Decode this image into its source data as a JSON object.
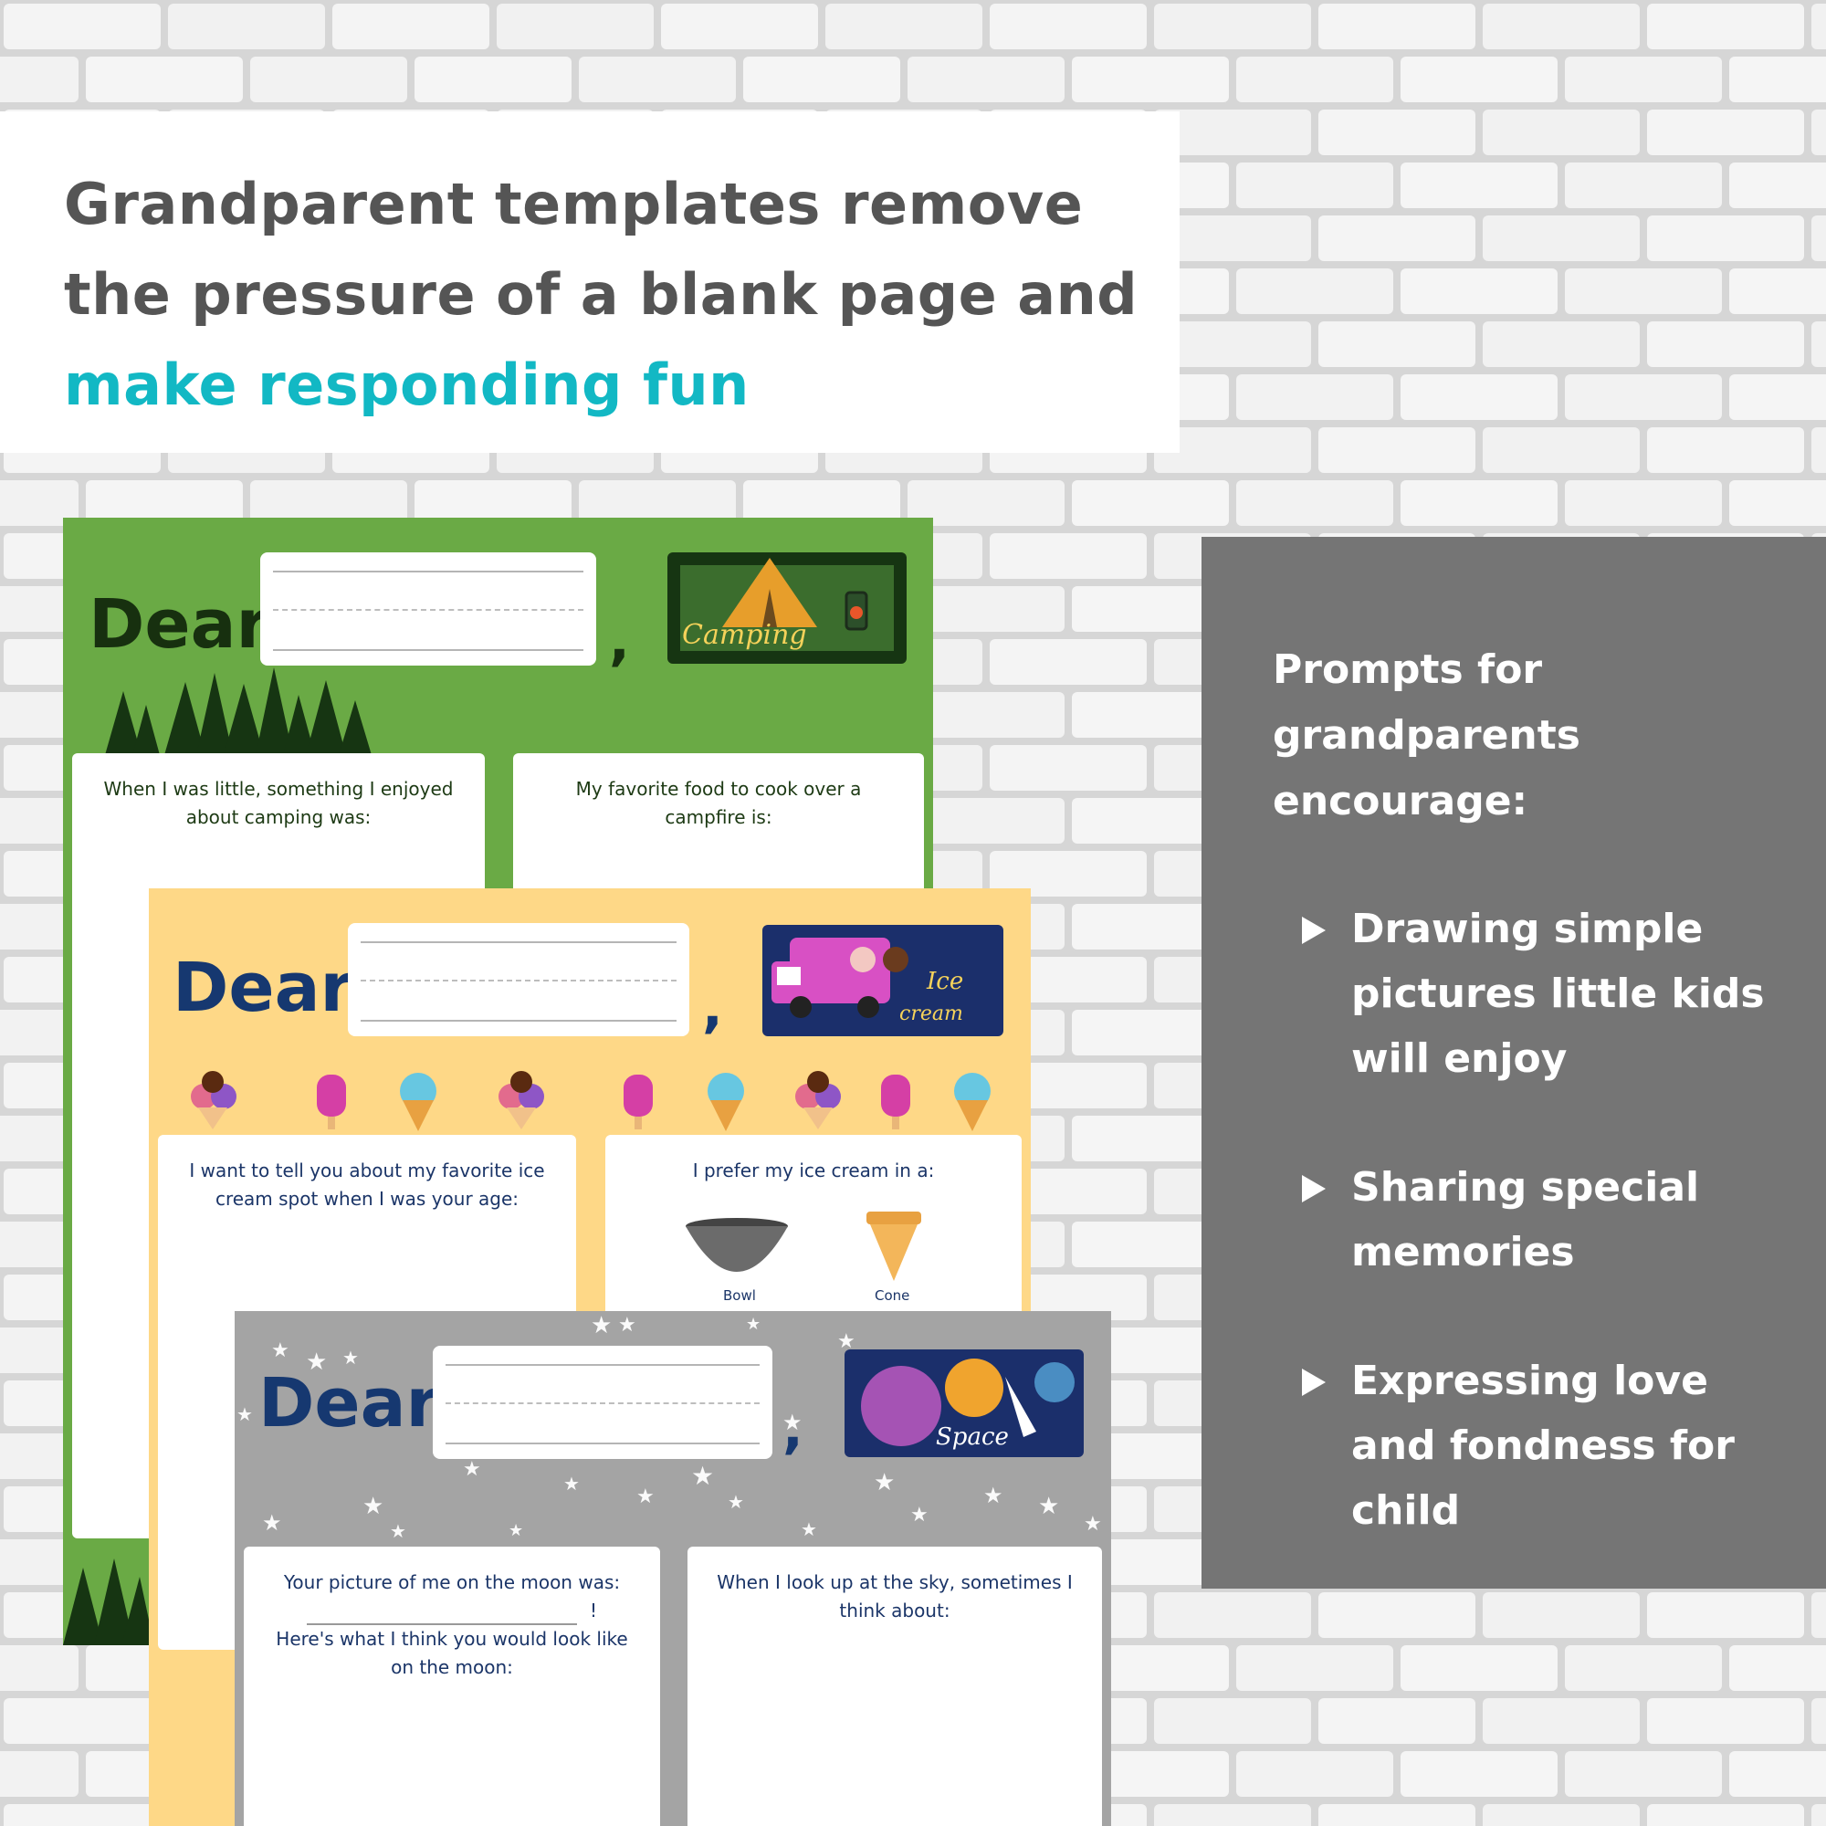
{
  "headline": {
    "part1": "Grandparent templates remove the pressure of a blank page and ",
    "accent": "make responding fun"
  },
  "panel": {
    "title": "Prompts for grandparents encourage:",
    "items": [
      "Drawing simple pictures little kids will enjoy",
      "Sharing special memories",
      "Expressing love and fondness for child"
    ]
  },
  "camping": {
    "dear": "Dear",
    "comma": ",",
    "stamp_label": "Camping",
    "prompt1": "When I was little, something I enjoyed about camping was:",
    "prompt2": "My favorite food to cook over a campfire is:"
  },
  "icecream": {
    "dear": "Dear",
    "comma": ",",
    "stamp_label1": "Ice",
    "stamp_label2": "cream",
    "prompt1": "I want to tell you about my favorite ice cream spot when I was your age:",
    "prompt2": "I prefer my ice cream in a:",
    "option1": "Bowl",
    "option2": "Cone"
  },
  "space": {
    "dear": "Dear",
    "comma": ",",
    "stamp_label": "Space",
    "prompt1_a": "Your picture of me on the moon was:",
    "prompt1_b": "!",
    "prompt1_c": "Here's what I think you would look like on the moon:",
    "prompt2": "When I look up at the sky, sometimes I think about:"
  },
  "colors": {
    "accent": "#12b8c4",
    "camping_bg": "#6aaa45",
    "icecream_bg": "#fed887",
    "space_bg": "#a4a4a4",
    "panel_bg": "#757575"
  }
}
